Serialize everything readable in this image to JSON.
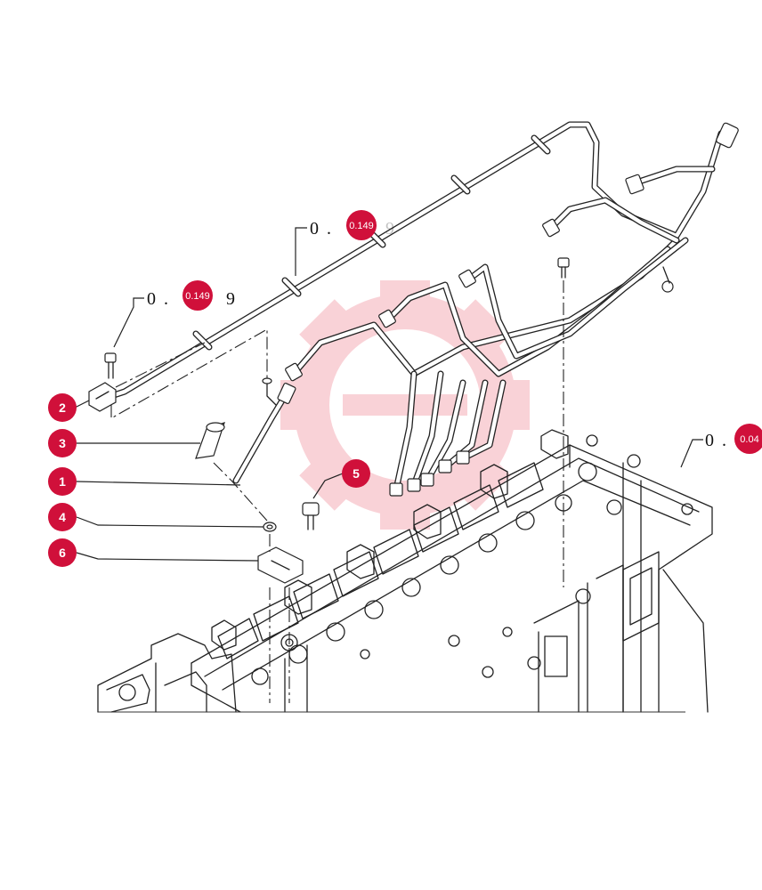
{
  "callouts": [
    {
      "id": "2",
      "label": "2"
    },
    {
      "id": "3",
      "label": "3"
    },
    {
      "id": "1",
      "label": "1"
    },
    {
      "id": "4",
      "label": "4"
    },
    {
      "id": "6",
      "label": "6"
    },
    {
      "id": "5",
      "label": "5"
    }
  ],
  "references": {
    "ref_top": {
      "prefix": "0 .",
      "badge": "0.149",
      "suffix": "9"
    },
    "ref_left": {
      "prefix": "0 .",
      "badge": "0.149",
      "suffix": "9"
    },
    "ref_right": {
      "prefix": "0 .",
      "badge": "0.04",
      "suffix": ""
    }
  },
  "colors": {
    "badge": "#d0103a",
    "watermark": "#e8384f",
    "line": "#222222"
  }
}
